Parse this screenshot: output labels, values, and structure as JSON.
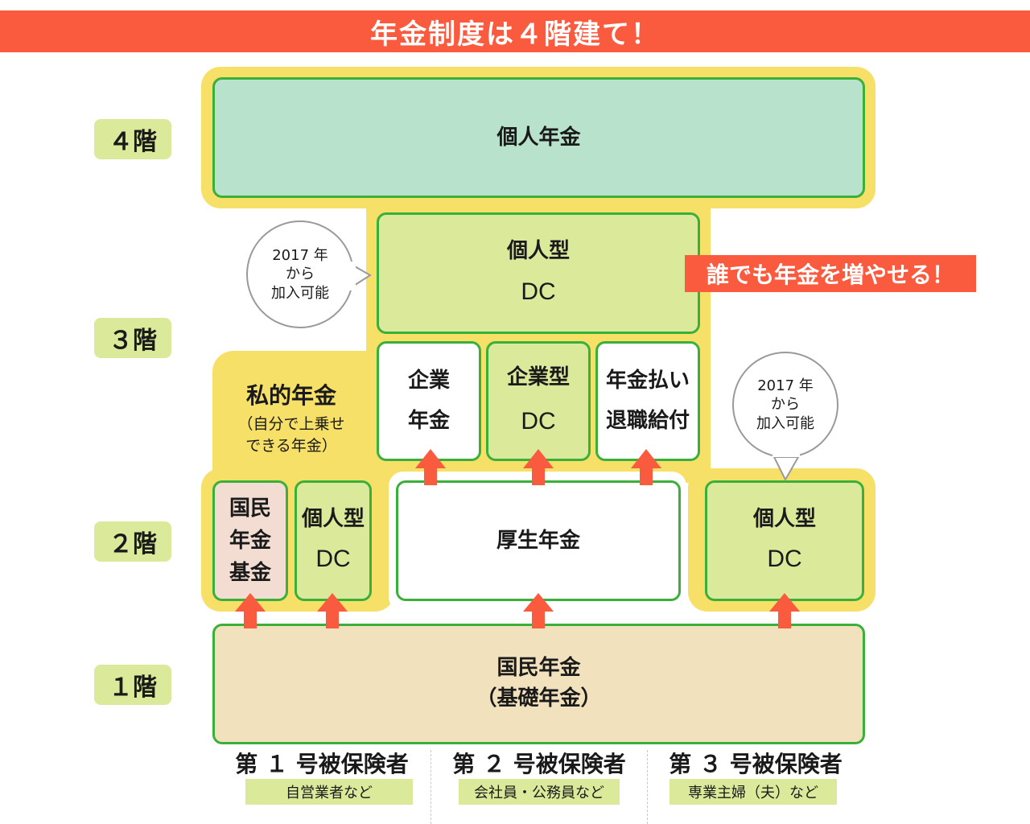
{
  "title": "年金制度は４階建て！",
  "floors": [
    "４階",
    "３階",
    "２階",
    "１階"
  ],
  "boxes": {
    "kojin_nenkin": "個人年金",
    "ideco_top": [
      "個人型",
      "DC"
    ],
    "kigyo_nenkin": [
      "企業",
      "年金"
    ],
    "kigyo_dc": [
      "企業型",
      "DC"
    ],
    "taishoku": [
      "年金払い",
      "退職給付"
    ],
    "kokumin_kikin": [
      "国民",
      "年金",
      "基金"
    ],
    "ideco_left": [
      "個人型",
      "DC"
    ],
    "kosei_nenkin": "厚生年金",
    "ideco_right": [
      "個人型",
      "DC"
    ],
    "kokumin_nenkin": [
      "国民年金",
      "（基礎年金）"
    ]
  },
  "private_pension": {
    "title": "私的年金",
    "sub": [
      "（自分で上乗せ",
      "できる年金）"
    ]
  },
  "bubbles": {
    "left": [
      "2017 年",
      "から",
      "加入可能"
    ],
    "right": [
      "2017 年",
      "から",
      "加入可能"
    ]
  },
  "callout": "誰でも年金を増やせる！",
  "insured": [
    {
      "title": "第 １ 号被保険者",
      "tag": "自営業者など"
    },
    {
      "title": "第 ２ 号被保険者",
      "tag": "会社員・公務員など"
    },
    {
      "title": "第 ３ 号被保険者",
      "tag": "専業主婦（夫）など"
    }
  ],
  "colors": {
    "accent": "#fa5a3e",
    "frame_yellow": "#f6e068",
    "border_green": "#3aaf3a",
    "mint": "#b8e2cc",
    "lime": "#dbe99b",
    "tan": "#f1e1bd",
    "pink": "#f3ddd3",
    "arrow": "#fa5a3e"
  }
}
